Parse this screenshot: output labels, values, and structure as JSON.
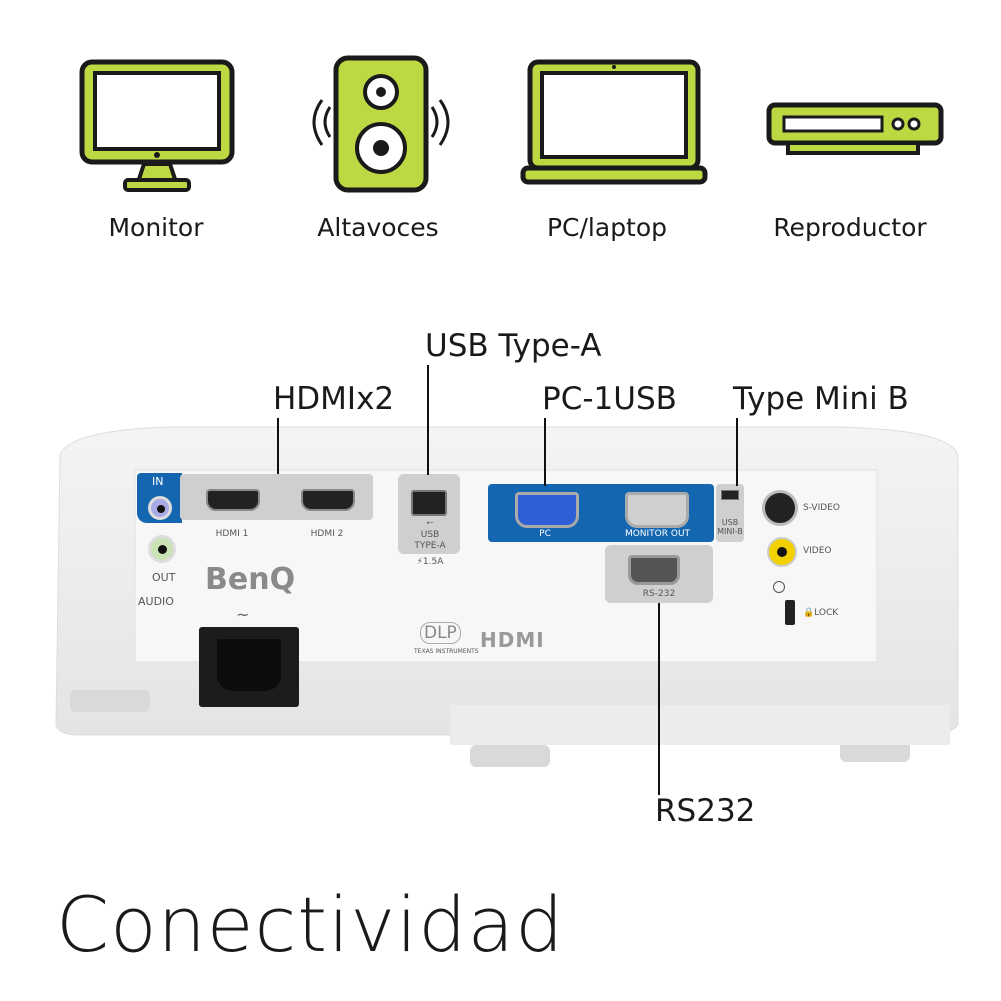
{
  "colors": {
    "accent": "#bcd843",
    "outline": "#1a1a1a",
    "port_blue": "#1466b0"
  },
  "devices": [
    {
      "label": "Monitor",
      "icon": "monitor-icon"
    },
    {
      "label": "Altavoces",
      "icon": "speaker-icon"
    },
    {
      "label": "PC/laptop",
      "icon": "laptop-icon"
    },
    {
      "label": "Reproductor",
      "icon": "media-player-icon"
    }
  ],
  "callouts": {
    "usb_a": "USB Type-A",
    "hdmi": "HDMIx2",
    "pc": "PC-1USB",
    "mini_b": "Type Mini B",
    "rs232": "RS232"
  },
  "panel": {
    "audio_in": "IN",
    "audio_out": "OUT",
    "audio": "AUDIO",
    "hdmi1": "HDMI 1",
    "hdmi2": "HDMI 2",
    "usb_a": "USB TYPE-A",
    "usb_a_power": "⚡1.5A",
    "pc": "PC",
    "monitor_out": "MONITOR OUT",
    "usb_mini": "USB MINI-B",
    "rs232": "RS-232",
    "svideo": "S-VIDEO",
    "video": "VIDEO",
    "lock": "🔒LOCK",
    "brand": "BenQ",
    "dlp": "DLP",
    "dlp_sub": "TEXAS INSTRUMENTS",
    "hdmi_logo": "HDMI"
  },
  "title": "Conectividad"
}
